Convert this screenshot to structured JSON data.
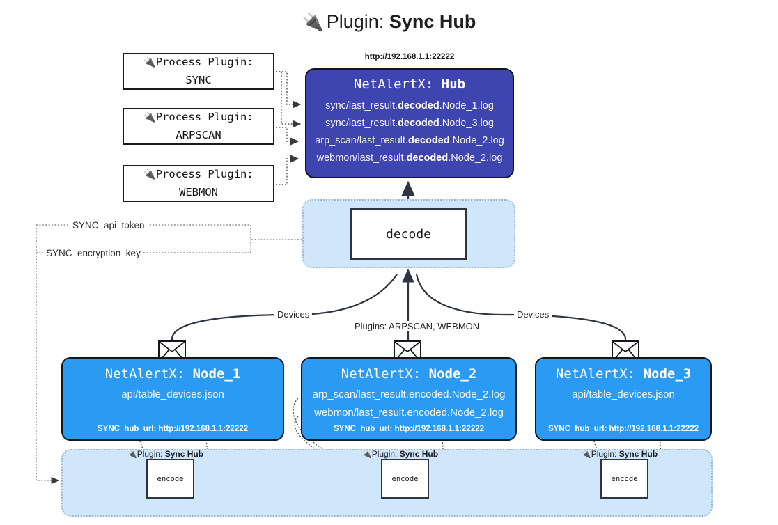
{
  "title": {
    "icon": "plug-icon",
    "prefix": "Plugin: ",
    "name": "Sync Hub"
  },
  "hub": {
    "url": "http://192.168.1.1:22222",
    "title_prefix": "NetAlertX: ",
    "title_name": "Hub",
    "logs": [
      {
        "pre": "sync/last_result.",
        "bold": "decoded",
        "post": ".Node_1.log"
      },
      {
        "pre": "sync/last_result.",
        "bold": "decoded",
        "post": ".Node_3.log"
      },
      {
        "pre": "arp_scan/last_result.",
        "bold": "decoded",
        "post": ".Node_2.log"
      },
      {
        "pre": "webmon/last_result.",
        "bold": "decoded",
        "post": ".Node_2.log"
      }
    ]
  },
  "process_plugins": [
    {
      "line1_icon": "plug-icon",
      "line1": "Process Plugin:",
      "line2": "SYNC"
    },
    {
      "line1_icon": "plug-icon",
      "line1": "Process Plugin:",
      "line2": "ARPSCAN"
    },
    {
      "line1_icon": "plug-icon",
      "line1": "Process Plugin:",
      "line2": "WEBMON"
    }
  ],
  "decode": {
    "label": "decode"
  },
  "tokens": [
    {
      "label": "SYNC_api_token"
    },
    {
      "label": "SYNC_encryption_key"
    }
  ],
  "edges": {
    "devices_left": "Devices",
    "devices_right": "Devices",
    "plugins_mid": "Plugins: ARPSCAN, WEBMON"
  },
  "nodes": [
    {
      "title_prefix": "NetAlertX: ",
      "title_name": "Node_1",
      "lines": [
        "api/table_devices.json"
      ],
      "footer": "SYNC_hub_url: http://192.168.1.1:22222",
      "envelope_icon": "envelope-icon"
    },
    {
      "title_prefix": "NetAlertX: ",
      "title_name": "Node_2",
      "lines": [
        "arp_scan/last_result.encoded.Node_2.log",
        "webmon/last_result.encoded.Node_2.log"
      ],
      "footer": "SYNC_hub_url: http://192.168.1.1:22222",
      "envelope_icon": "envelope-icon"
    },
    {
      "title_prefix": "NetAlertX: ",
      "title_name": "Node_3",
      "lines": [
        "api/table_devices.json"
      ],
      "footer": "SYNC_hub_url: http://192.168.1.1:22222",
      "envelope_icon": "envelope-icon"
    }
  ],
  "encoders": [
    {
      "plugin_prefix": "Plugin: ",
      "plugin_name": "Sync Hub",
      "label": "encode"
    },
    {
      "plugin_prefix": "Plugin: ",
      "plugin_name": "Sync Hub",
      "label": "encode"
    },
    {
      "plugin_prefix": "Plugin: ",
      "plugin_name": "Sync Hub",
      "label": "encode"
    }
  ],
  "colors": {
    "hub_fill": "#3f45b0",
    "node_fill": "#2b9af3",
    "container_fill": "#d0e6fa",
    "stroke": "#15151f",
    "page_bg": "#ffffff"
  }
}
